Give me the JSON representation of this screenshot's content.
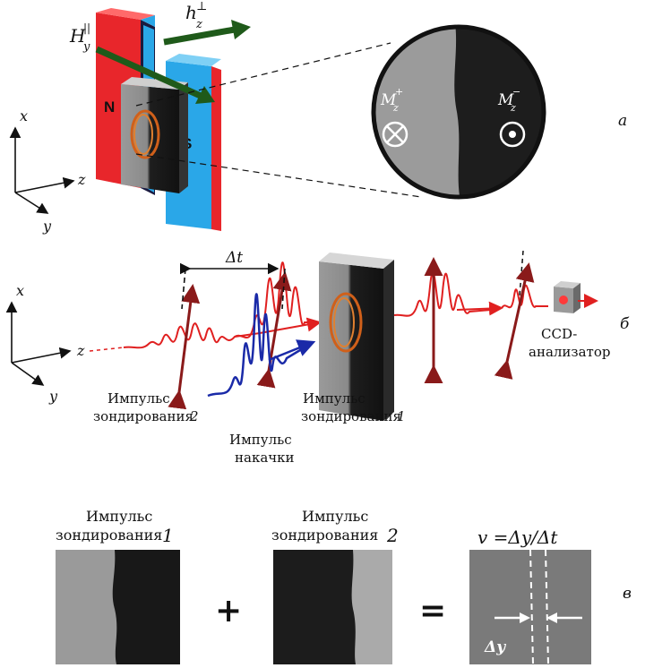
{
  "panel_a": {
    "label": "а",
    "field_H": "H",
    "field_H_sub": "y",
    "field_H_sup": "||",
    "field_h": "h",
    "field_h_sub": "z",
    "field_h_sup": "⊥",
    "pole_north": "N",
    "pole_south": "S",
    "axes": {
      "x": "x",
      "y": "y",
      "z": "z"
    },
    "domain_plus": {
      "symbol": "M",
      "sub": "z",
      "sup": "+"
    },
    "domain_minus": {
      "symbol": "M",
      "sub": "z",
      "sup": "−"
    },
    "colors": {
      "magnet_red": "#e8262b",
      "magnet_blue": "#2aa7e8",
      "arrow_green": "#1f5a1a"
    }
  },
  "panel_b": {
    "label": "б",
    "delay": "Δt",
    "axes": {
      "x": "x",
      "y": "y",
      "z": "z"
    },
    "probe2_line1": "Импульс",
    "probe2_line2": "зондирования",
    "probe2_num": "2",
    "pump_line1": "Импульс",
    "pump_line2": "накачки",
    "probe1_line1": "Импульс",
    "probe1_line2": "зондирования",
    "probe1_num": "1",
    "detector_line1": "CCD-",
    "detector_line2": "анализатор",
    "colors": {
      "probe": "#e02020",
      "pump": "#1a2aa8"
    }
  },
  "panel_v": {
    "label": "в",
    "probe1_line1": "Импульс",
    "probe1_line2": "зондирования",
    "probe1_num": "1",
    "probe2_line1": "Импульс",
    "probe2_line2": "зондирования",
    "probe2_num": "2",
    "plus": "+",
    "equals": "=",
    "formula": "v =Δy/Δt",
    "delta_y": "Δy"
  }
}
